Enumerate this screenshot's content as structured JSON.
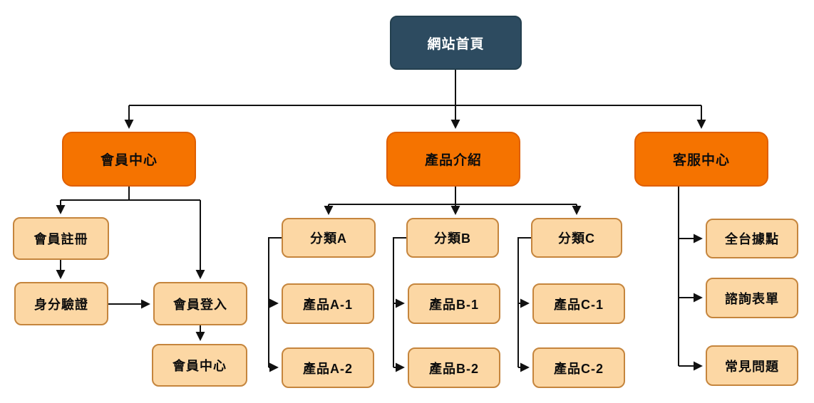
{
  "diagram": {
    "type": "sitemap-flowchart",
    "language": "zh-TW"
  },
  "colors": {
    "background": "#ffffff",
    "root_fill": "#2d4b60",
    "root_text": "#ffffff",
    "level1_fill": "#f57300",
    "level1_border": "#df5f00",
    "level2_fill": "#fcd7a4",
    "level2_border": "#c5853d",
    "node_text": "#0d0d0d",
    "connector": "#111111"
  },
  "nodes": {
    "home": {
      "label": "網站首頁"
    },
    "member": {
      "label": "會員中心"
    },
    "products": {
      "label": "產品介紹"
    },
    "service": {
      "label": "客服中心"
    },
    "member_register": {
      "label": "會員註冊"
    },
    "identity_verify": {
      "label": "身分驗證"
    },
    "member_login": {
      "label": "會員登入"
    },
    "member_center_sub": {
      "label": "會員中心"
    },
    "cat_a": {
      "label": "分類A"
    },
    "cat_b": {
      "label": "分類B"
    },
    "cat_c": {
      "label": "分類C"
    },
    "prod_a1": {
      "label": "產品A-1"
    },
    "prod_a2": {
      "label": "產品A-2"
    },
    "prod_b1": {
      "label": "產品B-1"
    },
    "prod_b2": {
      "label": "產品B-2"
    },
    "prod_c1": {
      "label": "產品C-1"
    },
    "prod_c2": {
      "label": "產品C-2"
    },
    "locations": {
      "label": "全台據點"
    },
    "inquiry": {
      "label": "諮詢表單"
    },
    "faq": {
      "label": "常見問題"
    }
  },
  "edges": [
    {
      "from": "網站首頁",
      "to": "會員中心"
    },
    {
      "from": "網站首頁",
      "to": "產品介紹"
    },
    {
      "from": "網站首頁",
      "to": "客服中心"
    },
    {
      "from": "會員中心",
      "to": "會員註冊"
    },
    {
      "from": "會員中心",
      "to": "會員登入"
    },
    {
      "from": "會員註冊",
      "to": "身分驗證"
    },
    {
      "from": "身分驗證",
      "to": "會員登入"
    },
    {
      "from": "會員登入",
      "to": "會員中心"
    },
    {
      "from": "產品介紹",
      "to": "分類A"
    },
    {
      "from": "產品介紹",
      "to": "分類B"
    },
    {
      "from": "產品介紹",
      "to": "分類C"
    },
    {
      "from": "分類A",
      "to": "產品A-1"
    },
    {
      "from": "分類A",
      "to": "產品A-2"
    },
    {
      "from": "分類B",
      "to": "產品B-1"
    },
    {
      "from": "分類B",
      "to": "產品B-2"
    },
    {
      "from": "分類C",
      "to": "產品C-1"
    },
    {
      "from": "分類C",
      "to": "產品C-2"
    },
    {
      "from": "客服中心",
      "to": "全台據點"
    },
    {
      "from": "客服中心",
      "to": "諮詢表單"
    },
    {
      "from": "客服中心",
      "to": "常見問題"
    }
  ]
}
